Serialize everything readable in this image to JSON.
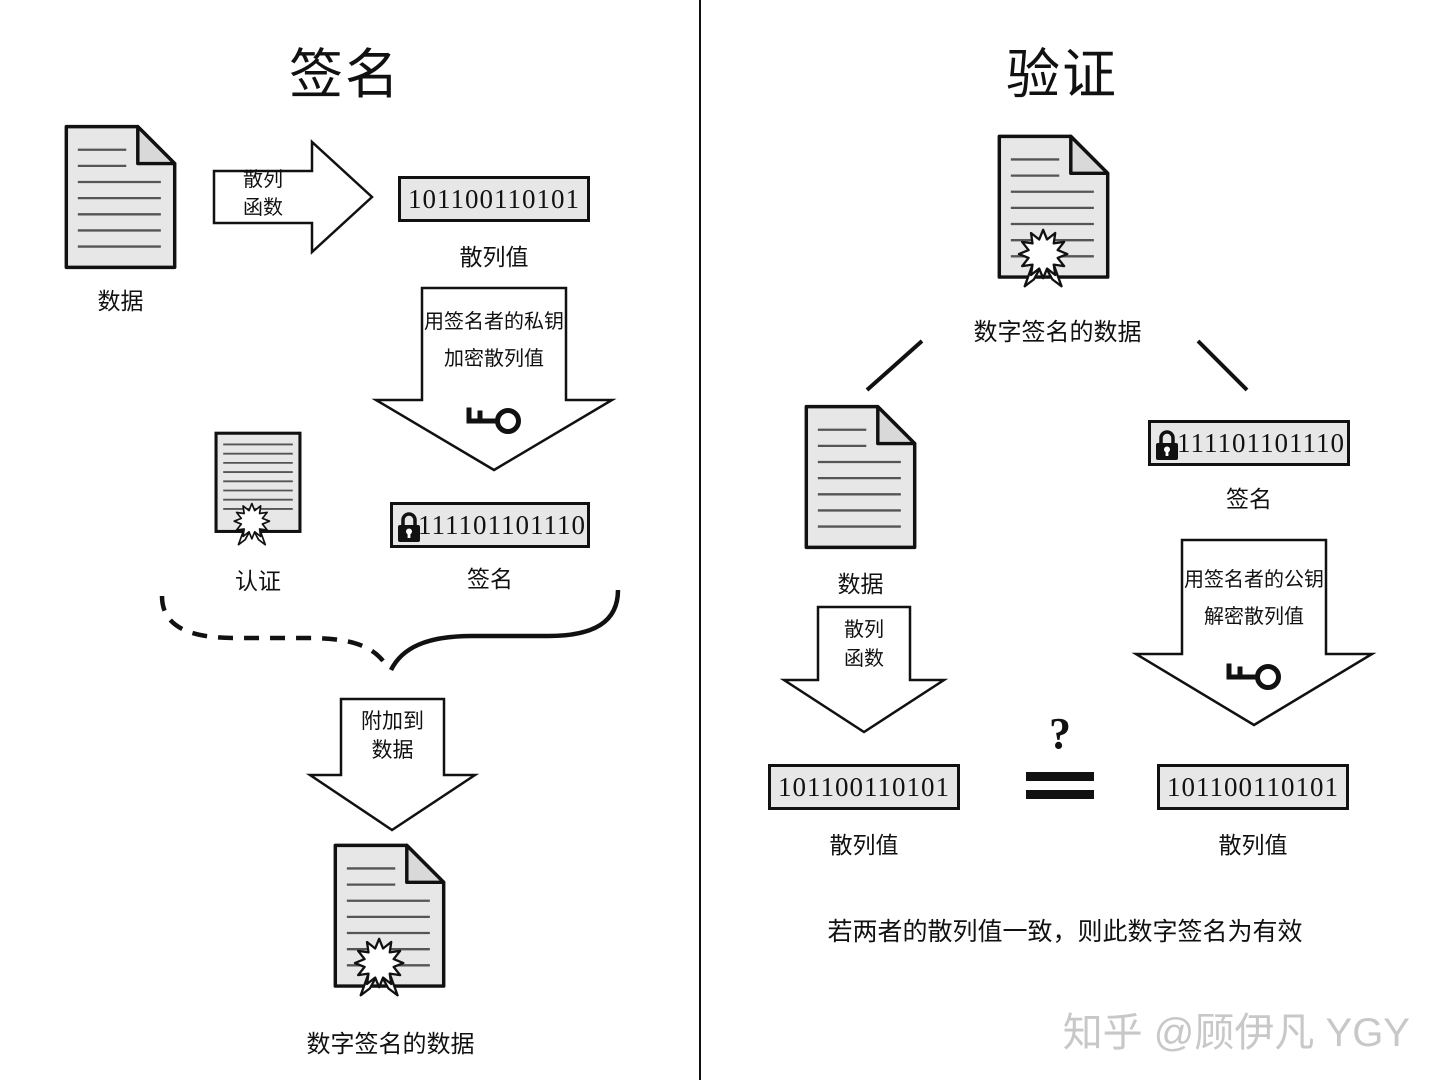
{
  "signing": {
    "title": "签名",
    "data_doc_label": "数据",
    "hash_arrow": {
      "line1": "散列",
      "line2": "函数"
    },
    "hash_value": "101100110101",
    "hash_value_label": "散列值",
    "encrypt_arrow": {
      "line1": "用签名者的私钥",
      "line2": "加密散列值"
    },
    "certificate_label": "认证",
    "signature_value": "111101101110",
    "signature_label": "签名",
    "attach_arrow": {
      "line1": "附加到",
      "line2": "数据"
    },
    "signed_doc_label": "数字签名的数据"
  },
  "verification": {
    "title": "验证",
    "signed_doc_label": "数字签名的数据",
    "data_doc_label": "数据",
    "hash_arrow": {
      "line1": "散列",
      "line2": "函数"
    },
    "hash_value_left": "101100110101",
    "hash_value_left_label": "散列值",
    "signature_value": "111101101110",
    "signature_label": "签名",
    "decrypt_arrow": {
      "line1": "用签名者的公钥",
      "line2": "解密散列值"
    },
    "hash_value_right": "101100110101",
    "hash_value_right_label": "散列值",
    "comparison_mark": "?",
    "conclusion": "若两者的散列值一致，则此数字签名为有效"
  },
  "watermark": "知乎 @顾伊凡 YGY",
  "colors": {
    "document_fill": "#e7e7e7",
    "outline": "#111111",
    "watermark_text": "#c8c8c8"
  }
}
